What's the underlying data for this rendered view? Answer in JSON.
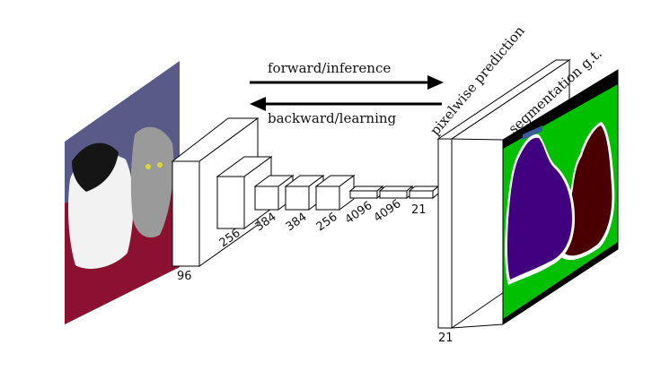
{
  "arrows": {
    "forward_label": "forward/inference",
    "backward_label": "backward/learning"
  },
  "layers": [
    {
      "label": "96"
    },
    {
      "label": "256"
    },
    {
      "label": "384"
    },
    {
      "label": "384"
    },
    {
      "label": "256"
    },
    {
      "label": "4096"
    },
    {
      "label": "4096"
    },
    {
      "label": "21"
    }
  ],
  "prediction": {
    "label": "pixelwise prediction",
    "depth_label": "21"
  },
  "ground_truth": {
    "label": "segmentation g.t."
  },
  "colors": {
    "segmentation_background": "#000000",
    "segmentation_green": "#00c000",
    "dog_class": "#400080",
    "cat_class": "#4a0000",
    "ignore_band": "#ffffff",
    "bottle_class": "#3a5aa0",
    "photo_wall": "#5a5a88",
    "photo_couch": "#8c1030"
  }
}
